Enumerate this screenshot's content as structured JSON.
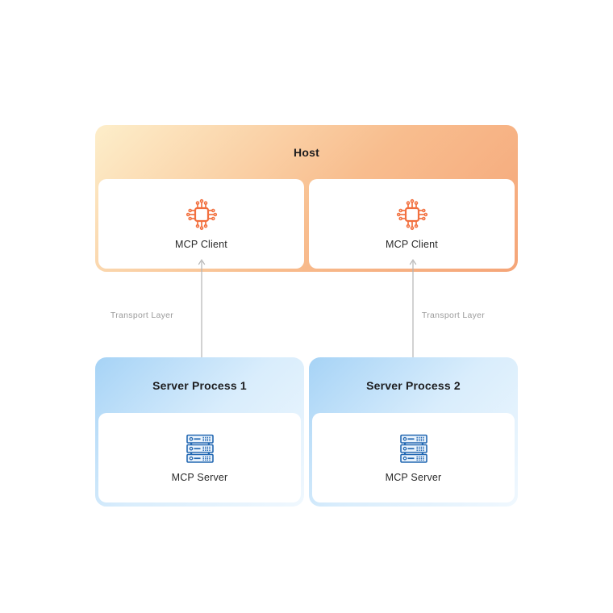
{
  "diagram": {
    "host": {
      "title": "Host",
      "clients": [
        {
          "label": "MCP Client",
          "icon": "chip-icon"
        },
        {
          "label": "MCP Client",
          "icon": "chip-icon"
        }
      ]
    },
    "connections": [
      {
        "label": "Transport Layer",
        "style": "double-headed-arrow"
      },
      {
        "label": "Transport Layer",
        "style": "double-headed-arrow"
      }
    ],
    "servers": [
      {
        "title": "Server Process 1",
        "card_label": "MCP Server",
        "icon": "server-rack-icon"
      },
      {
        "title": "Server Process 2",
        "card_label": "MCP Server",
        "icon": "server-rack-icon"
      }
    ]
  },
  "colors": {
    "host_grad_a": "#fdeeca",
    "host_grad_b": "#f8bd8e",
    "host_grad_c": "#f5a578",
    "server_grad_a": "#a6d3f6",
    "server_grad_b": "#d9edfc",
    "server_grad_c": "#f0f8fe",
    "accent_orange": "#f2703f",
    "accent_blue": "#2368b2",
    "arrow_gray": "#b5b5b5",
    "muted_text": "#9b9b9b",
    "title_text": "#1d1d1f",
    "label_text": "#2a2a2a"
  }
}
